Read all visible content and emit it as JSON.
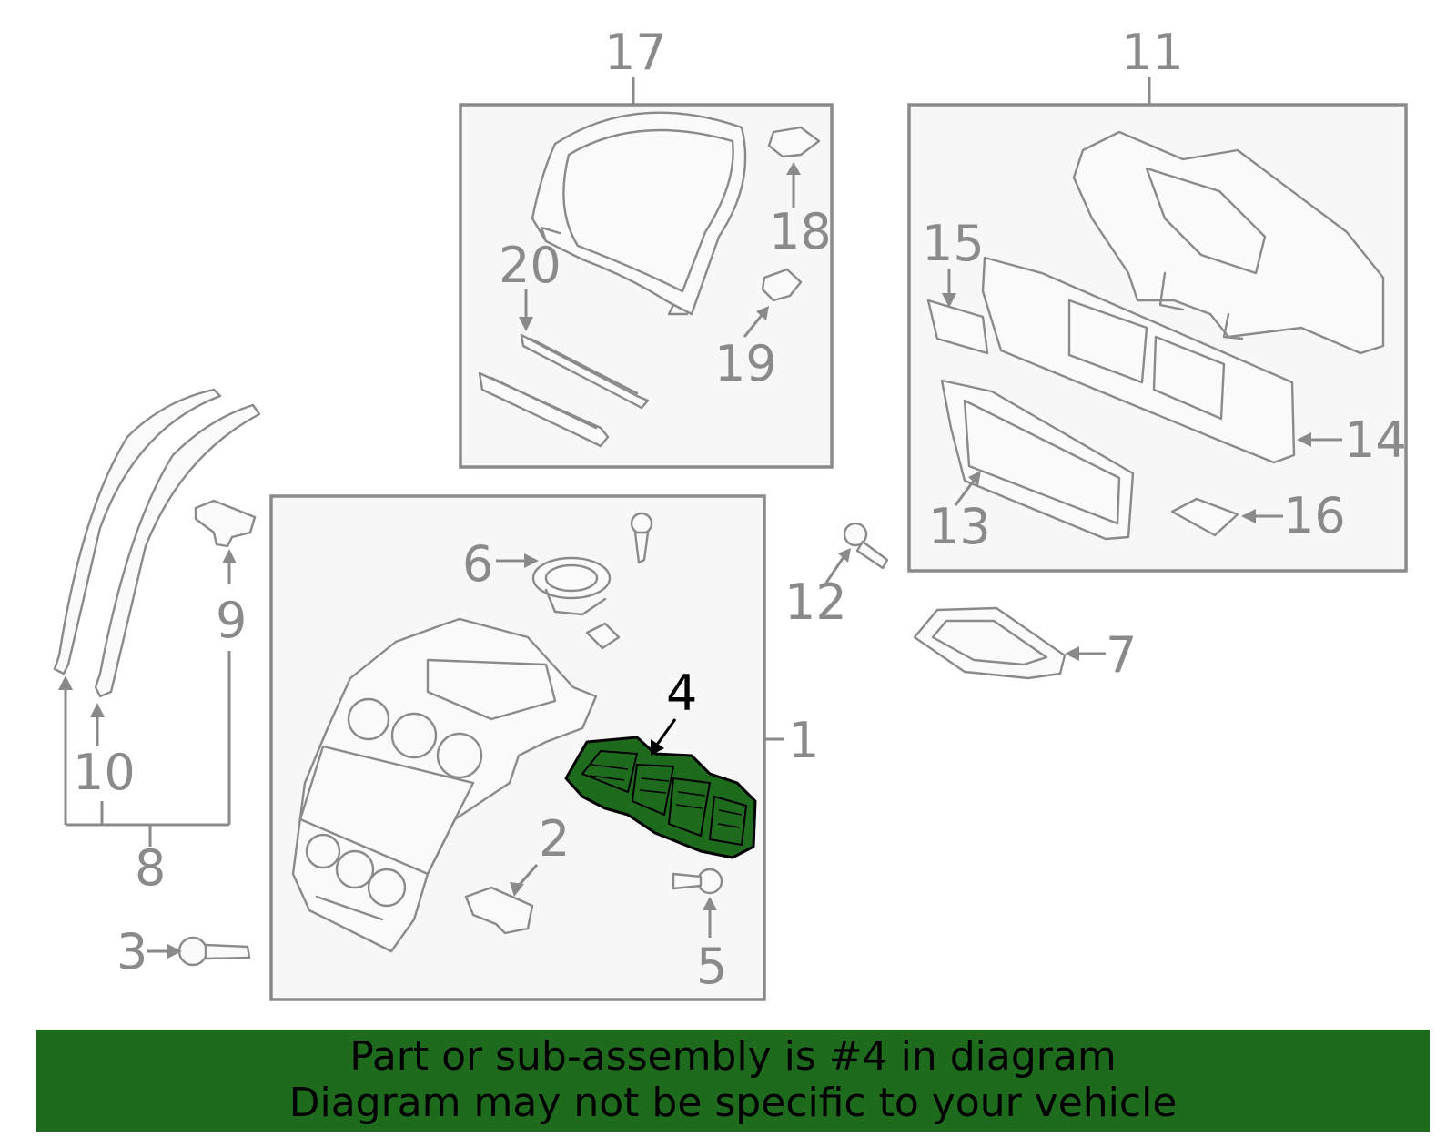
{
  "callouts": {
    "c1": "1",
    "c2": "2",
    "c3": "3",
    "c4": "4",
    "c5": "5",
    "c6": "6",
    "c7": "7",
    "c8": "8",
    "c9": "9",
    "c10": "10",
    "c11": "11",
    "c12": "12",
    "c13": "13",
    "c14": "14",
    "c15": "15",
    "c16": "16",
    "c17": "17",
    "c18": "18",
    "c19": "19",
    "c20": "20"
  },
  "highlighted_part": "4",
  "colors": {
    "highlight": "#1e6b1e",
    "banner": "#1e6b1e",
    "line": "#8a8a8a",
    "box_fill": "#f7f7f7"
  },
  "banner": {
    "line1": "Part or sub-assembly is #4 in diagram",
    "line2": "Diagram may not be specific to your vehicle"
  }
}
